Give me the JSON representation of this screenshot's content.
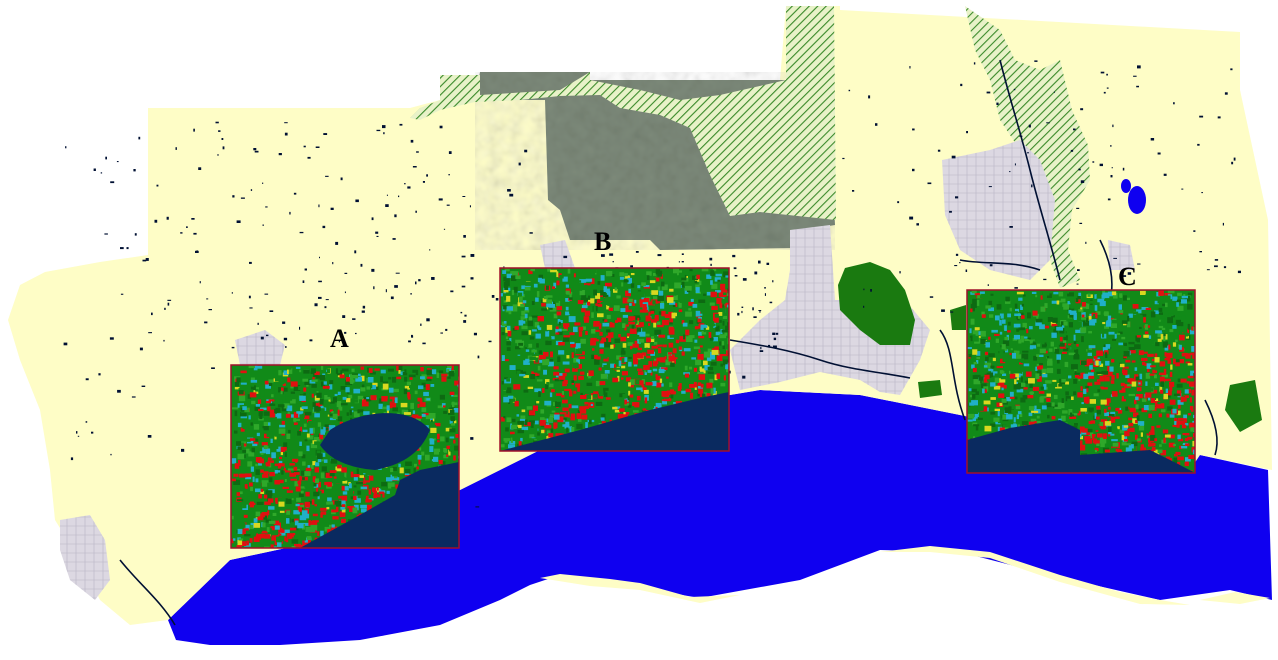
{
  "labels": {
    "a": "A",
    "b": "B",
    "c": "C"
  },
  "colors": {
    "background": "#ffffff",
    "land": "#fefdc6",
    "water": "#0f00f0",
    "forest_hatch": "#3a8a2a",
    "forest_solid": "#1a7a10",
    "terrain": "#7d8a7a",
    "urban": "#ddd9e4",
    "ponds": "#001033",
    "inset_border": "#a0102a",
    "inset_water_dark": "#0a2a60",
    "inset_wetland": "#20b0c8",
    "inset_vegetation": "#118a18",
    "inset_urban": "#e01010",
    "inset_crop": "#d8d820"
  },
  "icons": {
    "insets": "land-cover-inset",
    "hatch": "protected-forest-hatch"
  }
}
